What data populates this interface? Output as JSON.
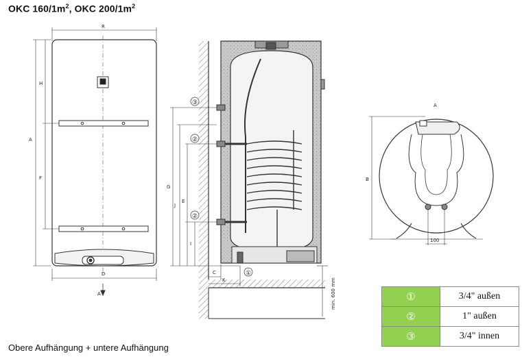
{
  "title": {
    "model_a": "OKC 160/1m",
    "sep": ", ",
    "model_b": "OKC 200/1m",
    "sup": "2"
  },
  "caption": "Obere Aufhängung + untere Aufhängung",
  "front_view": {
    "dim_width_top": "R",
    "dim_total_height": "A",
    "dim_upper": "H",
    "dim_between": "F",
    "dim_width_bottom": "D",
    "view_arrow": "A"
  },
  "side_view": {
    "dim_g": "G",
    "dim_j": "J",
    "dim_e": "E",
    "dim_i": "I",
    "dim_c": "C",
    "dim_k": "K",
    "floor_clearance": "min. 600 mm",
    "markers": [
      "③",
      "②",
      "②",
      "①"
    ]
  },
  "bottom_view": {
    "dim_a": "A",
    "dim_b": "B",
    "dim_100": "100"
  },
  "connections": [
    {
      "symbol": "①",
      "value": "3/4\" außen"
    },
    {
      "symbol": "②",
      "value": "1\" außen"
    },
    {
      "symbol": "③",
      "value": "3/4\" innen"
    }
  ],
  "colors": {
    "table_accent": "#92d050",
    "line": "#333333",
    "insulation": "#c8c8c8"
  }
}
